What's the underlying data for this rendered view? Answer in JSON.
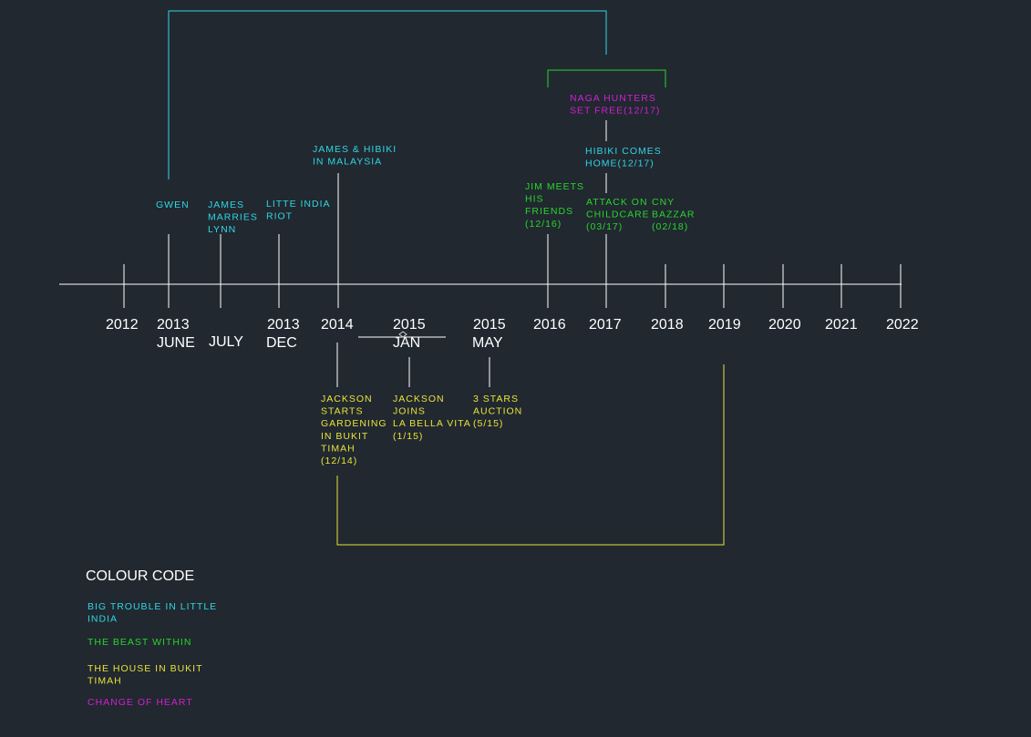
{
  "colors": {
    "background": "#212830",
    "axis": "#ffffff",
    "cyan": "#2fd6e3",
    "green": "#27d62b",
    "yellow": "#e8e338",
    "magenta": "#d21fd2"
  },
  "year_labels": {
    "y2012": {
      "year": "2012",
      "sub": ""
    },
    "y2013a": {
      "year": "2013",
      "sub": "JUNE"
    },
    "yjuly": {
      "year": "",
      "sub": "JULY"
    },
    "y2013b": {
      "year": "2013",
      "sub": "DEC"
    },
    "y2014": {
      "year": "2014",
      "sub": ""
    },
    "y2015a": {
      "year": "2015",
      "sub": "JAN"
    },
    "y2015b": {
      "year": "2015",
      "sub": "MAY"
    },
    "y2016": {
      "year": "2016",
      "sub": ""
    },
    "y2017": {
      "year": "2017",
      "sub": ""
    },
    "y2018": {
      "year": "2018",
      "sub": ""
    },
    "y2019": {
      "year": "2019",
      "sub": ""
    },
    "y2020": {
      "year": "2020",
      "sub": ""
    },
    "y2021": {
      "year": "2021",
      "sub": ""
    },
    "y2022": {
      "year": "2022",
      "sub": ""
    }
  },
  "events": {
    "gwen": {
      "color": "cyan",
      "lines": [
        "GWEN"
      ]
    },
    "james_marries": {
      "color": "cyan",
      "lines": [
        "JAMES",
        "MARRIES",
        "LYNN"
      ]
    },
    "little_india": {
      "color": "cyan",
      "lines": [
        "LITTE INDIA",
        "RIOT"
      ]
    },
    "james_hibiki": {
      "color": "cyan",
      "lines": [
        "JAMES & HIBIKI",
        "IN MALAYSIA"
      ]
    },
    "jim_meets": {
      "color": "green",
      "lines": [
        "JIM MEETS",
        "HIS",
        "FRIENDS",
        "(12/16)"
      ]
    },
    "hibiki_home": {
      "color": "cyan",
      "lines": [
        "HIBIKI COMES",
        "HOME(12/17)"
      ]
    },
    "naga_hunters": {
      "color": "magenta",
      "lines": [
        "NAGA HUNTERS",
        "SET FREE(12/17)"
      ]
    },
    "attack_childcare": {
      "color": "green",
      "lines": [
        "ATTACK ON",
        "CHILDCARE",
        "(03/17)"
      ]
    },
    "cny_bazzar": {
      "color": "green",
      "lines": [
        "CNY",
        "BAZZAR",
        "(02/18)"
      ]
    },
    "jackson_gardening": {
      "color": "yellow",
      "lines": [
        "JACKSON",
        "STARTS",
        "GARDENING",
        "IN BUKIT",
        "TIMAH",
        "(12/14)"
      ]
    },
    "jackson_joins": {
      "color": "yellow",
      "lines": [
        "JACKSON",
        "JOINS",
        "LA BELLA VITA",
        "(1/15)"
      ]
    },
    "three_stars": {
      "color": "yellow",
      "lines": [
        "3 STARS",
        "AUCTION",
        "(5/15)"
      ]
    }
  },
  "legend": {
    "title": "COLOUR CODE",
    "items": [
      {
        "color": "cyan",
        "lines": [
          "BIG TROUBLE IN LITTLE",
          "INDIA"
        ]
      },
      {
        "color": "green",
        "lines": [
          "THE BEAST WITHIN"
        ]
      },
      {
        "color": "yellow",
        "lines": [
          "THE HOUSE IN BUKIT",
          "TIMAH"
        ]
      },
      {
        "color": "magenta",
        "lines": [
          "CHANGE OF HEART"
        ]
      }
    ]
  }
}
